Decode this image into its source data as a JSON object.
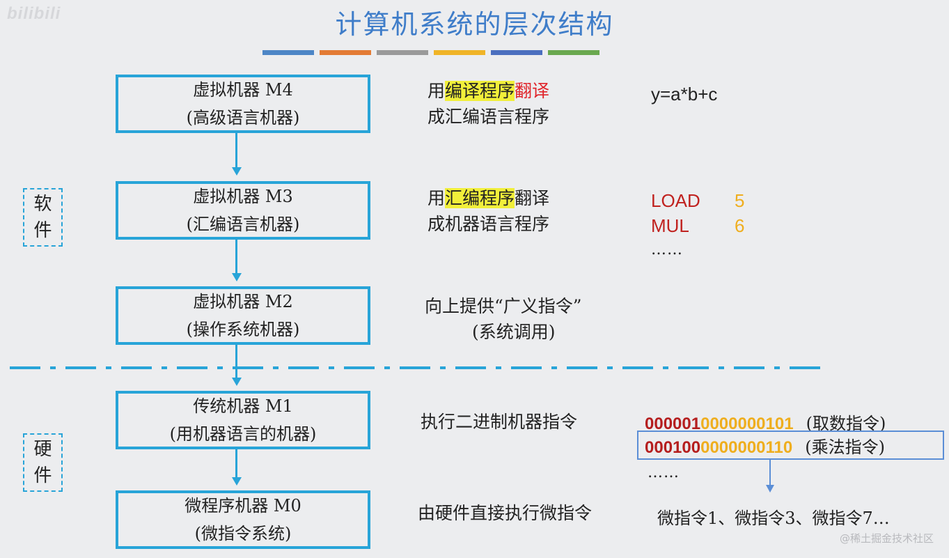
{
  "watermark_top": "bilibili",
  "watermark_bottom": "@稀土掘金技术社区",
  "title": "计算机系统的层次结构",
  "title_bar_colors": [
    "#4d86c6",
    "#e37b34",
    "#9a9a9a",
    "#f0b427",
    "#4b6fbf",
    "#6aa84f"
  ],
  "accent_color": "#28a4d8",
  "levels": [
    {
      "name": "虚拟机器 M4",
      "sub": "(高级语言机器)"
    },
    {
      "name": "虚拟机器 M3",
      "sub": "(汇编语言机器)"
    },
    {
      "name": "虚拟机器 M2",
      "sub": "(操作系统机器)"
    },
    {
      "name": "传统机器 M1",
      "sub": "(用机器语言的机器)"
    },
    {
      "name": "微程序机器 M0",
      "sub": "(微指令系统)"
    }
  ],
  "side_labels": {
    "software": [
      "软",
      "件"
    ],
    "hardware": [
      "硬",
      "件"
    ]
  },
  "descriptions": {
    "m4": {
      "pre": "用",
      "highlight": "编译程序",
      "red": "翻译",
      "line2": "成汇编语言程序"
    },
    "m3": {
      "pre": "用",
      "highlight": "汇编程序",
      "post": "翻译",
      "line2": "成机器语言程序"
    },
    "m2": {
      "line1": "向上提供“广义指令”",
      "line2": "(系统调用)"
    },
    "m1": {
      "line1": "执行二进制机器指令"
    },
    "m0": {
      "line1": "由硬件直接执行微指令"
    }
  },
  "examples": {
    "m4": "y=a*b+c",
    "m3": [
      {
        "op": "LOAD",
        "arg": "5"
      },
      {
        "op": "MUL",
        "arg": "6"
      }
    ],
    "m3_more": "……",
    "m1": [
      {
        "opcode": "000001",
        "address": "0000000101",
        "note": "(取数指令)"
      },
      {
        "opcode": "000100",
        "address": "0000000110",
        "note": "(乘法指令)"
      }
    ],
    "m1_more": "……",
    "m0": "微指令1、微指令3、微指令7…"
  }
}
